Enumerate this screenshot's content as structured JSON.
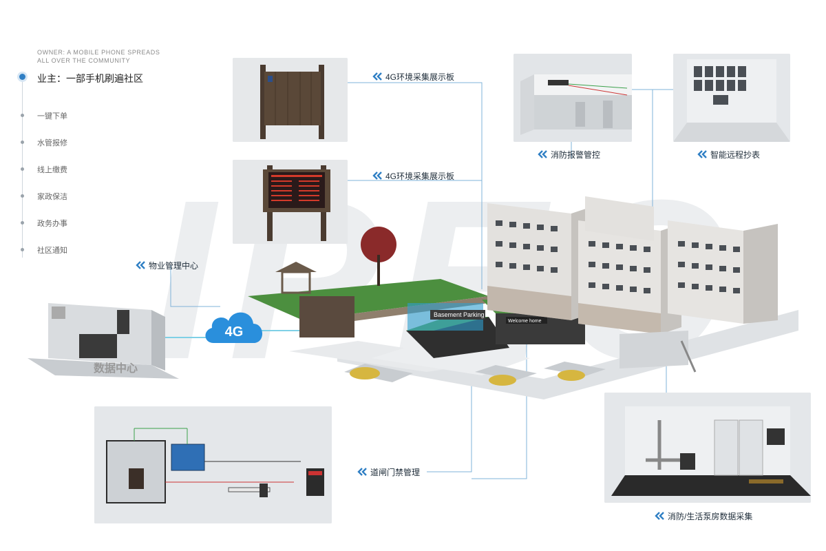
{
  "watermark": "IPEC",
  "feature_panel": {
    "subtitle": "OWNER: A MOBILE PHONE SPREADS ALL OVER THE COMMUNITY",
    "title": "业主：一部手机刷遍社区",
    "items": [
      {
        "label": "一键下单"
      },
      {
        "label": "水管报修"
      },
      {
        "label": "线上缴费"
      },
      {
        "label": "家政保洁"
      },
      {
        "label": "政务办事"
      },
      {
        "label": "社区通知"
      }
    ]
  },
  "callouts": {
    "env_board_1": "4G环境采集展示板",
    "env_board_2": "4G环境采集展示板",
    "fire_alarm": "消防报警管控",
    "smart_meter": "智能远程抄表",
    "property_center": "物业管理中心",
    "gate_access": "道闸门禁管理",
    "pump_room": "消防/生活泵房数据采集"
  },
  "scene": {
    "cloud_label": "4G",
    "data_center_label": "数据中心",
    "parking_sign": "Basement Parking",
    "welcome_sign": "Welcome home"
  },
  "colors": {
    "accent": "#2f7fc4",
    "line": "#7fb3d9",
    "cloud": "#2a8fdc",
    "grass": "#3f8a3a"
  }
}
